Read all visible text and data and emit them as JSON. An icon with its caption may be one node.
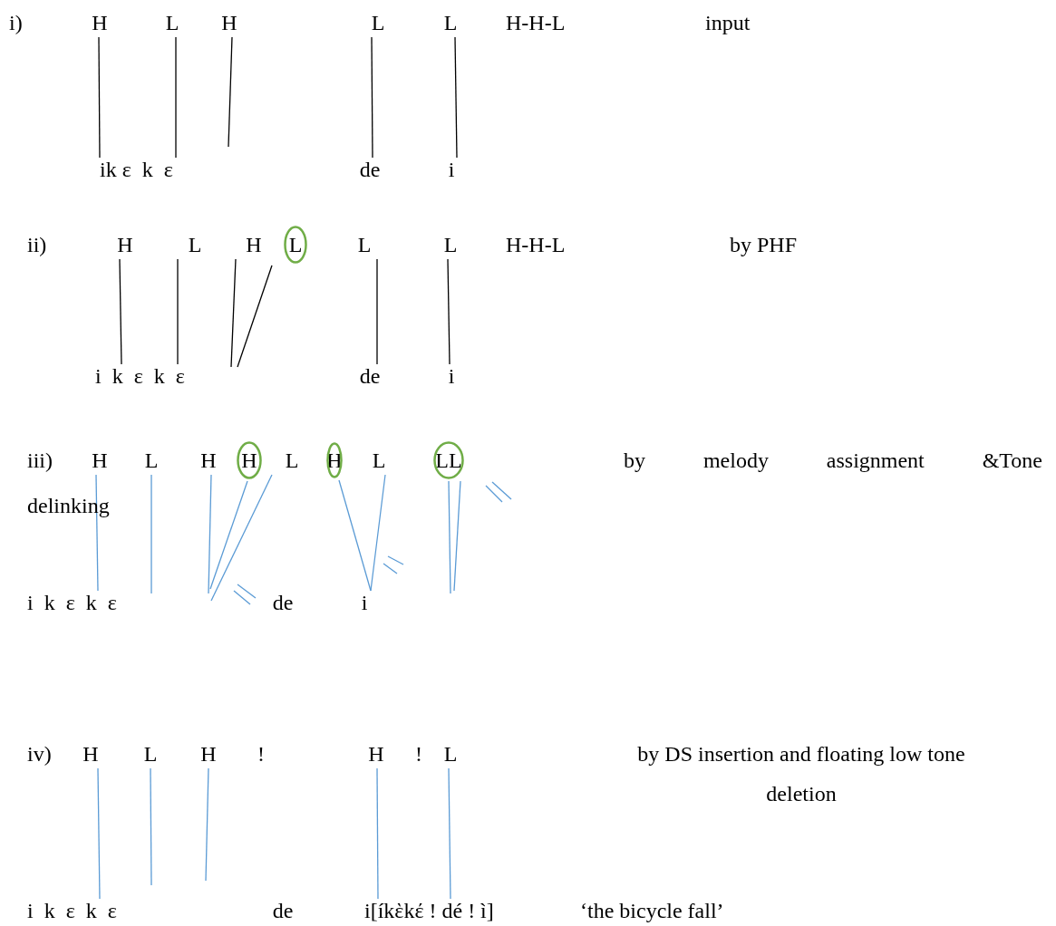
{
  "diagram": {
    "nodes": [
      {
        "text": [
          "H"
        ]
      },
      {
        "text": [
          "L"
        ]
      },
      {
        "text": [
          "H"
        ]
      },
      {
        "text": [
          "L"
        ]
      },
      {
        "text": [
          "L"
        ]
      },
      {
        "text": [
          "ik ε  k  ε"
        ]
      },
      {
        "text": [
          "de"
        ]
      },
      {
        "text": [
          "i"
        ]
      },
      {
        "text": [
          "H"
        ]
      },
      {
        "text": [
          "L"
        ]
      },
      {
        "text": [
          "H"
        ]
      },
      {
        "text": [
          "L"
        ]
      },
      {
        "text": [
          "L"
        ]
      },
      {
        "text": [
          "L"
        ]
      },
      {
        "text": [
          "i  k  ε  k  ε"
        ]
      },
      {
        "text": [
          "de"
        ]
      },
      {
        "text": [
          "i"
        ]
      },
      {
        "text": [
          "H"
        ]
      },
      {
        "text": [
          "L"
        ]
      },
      {
        "text": [
          "H"
        ]
      },
      {
        "text": [
          "H"
        ]
      },
      {
        "text": [
          "L"
        ]
      },
      {
        "text": [
          "H"
        ]
      },
      {
        "text": [
          "L"
        ]
      },
      {
        "text": [
          "LL"
        ]
      },
      {
        "text": [
          "i  k  ε  k  ε"
        ]
      },
      {
        "text": [
          "i"
        ]
      },
      {
        "text": [
          "H"
        ]
      },
      {
        "text": [
          "L"
        ]
      },
      {
        "text": [
          "H"
        ]
      },
      {
        "text": [
          "H"
        ]
      },
      {
        "text": [
          "L"
        ]
      },
      {
        "text": [
          "i  k  ε  k  ε"
        ]
      },
      {
        "text": [
          "i[íkὲkέ ! dé ! ì]"
        ]
      }
    ],
    "edges": [
      {
        "from": 0,
        "to": 5,
        "arrow": "none",
        "color": "#000000"
      },
      {
        "from": 1,
        "to": 5,
        "arrow": "none",
        "color": "#000000"
      },
      {
        "from": 2,
        "to": null,
        "arrow": "none",
        "color": "#000000"
      },
      {
        "from": 3,
        "to": 6,
        "arrow": "none",
        "color": "#000000"
      },
      {
        "from": 4,
        "to": 7,
        "arrow": "none",
        "color": "#000000"
      },
      {
        "from": 8,
        "to": 14,
        "arrow": "none",
        "color": "#000000"
      },
      {
        "from": 9,
        "to": 14,
        "arrow": "none",
        "color": "#000000"
      },
      {
        "from": 10,
        "to": null,
        "arrow": "none",
        "color": "#000000"
      },
      {
        "from": 11,
        "to": null,
        "arrow": "none",
        "color": "#000000"
      },
      {
        "from": 12,
        "to": 15,
        "arrow": "none",
        "color": "#000000"
      },
      {
        "from": 13,
        "to": 16,
        "arrow": "none",
        "color": "#000000"
      },
      {
        "from": 17,
        "to": 25,
        "arrow": "none"
      },
      {
        "from": 18,
        "to": null,
        "arrow": "none"
      },
      {
        "from": 19,
        "to": null,
        "arrow": "none"
      },
      {
        "from": 20,
        "to": null,
        "arrow": "none"
      },
      {
        "from": 21,
        "to": null,
        "arrow": "none"
      },
      {
        "from": 22,
        "to": 26,
        "arrow": "none"
      },
      {
        "from": 23,
        "to": 26,
        "arrow": "none"
      },
      {
        "from": 24,
        "to": null,
        "arrow": "none"
      },
      {
        "from": 24,
        "to": null,
        "arrow": "none"
      },
      {
        "from": 27,
        "to": 32,
        "arrow": "none"
      },
      {
        "from": 28,
        "to": null,
        "arrow": "none"
      },
      {
        "from": 29,
        "to": null,
        "arrow": "none"
      },
      {
        "from": 30,
        "to": 33,
        "arrow": "none"
      },
      {
        "from": 31,
        "to": 33,
        "arrow": "none"
      }
    ],
    "labels": [
      "i)",
      "H-H-L",
      "input",
      "ii)",
      "H-H-L",
      "by PHF",
      "iii)",
      "by melody assignment &Tone delinking",
      "de",
      "iv)",
      "!",
      "!",
      "by DS insertion and floating low tone deletion",
      "de",
      "‘the bicycle fall’"
    ]
  }
}
